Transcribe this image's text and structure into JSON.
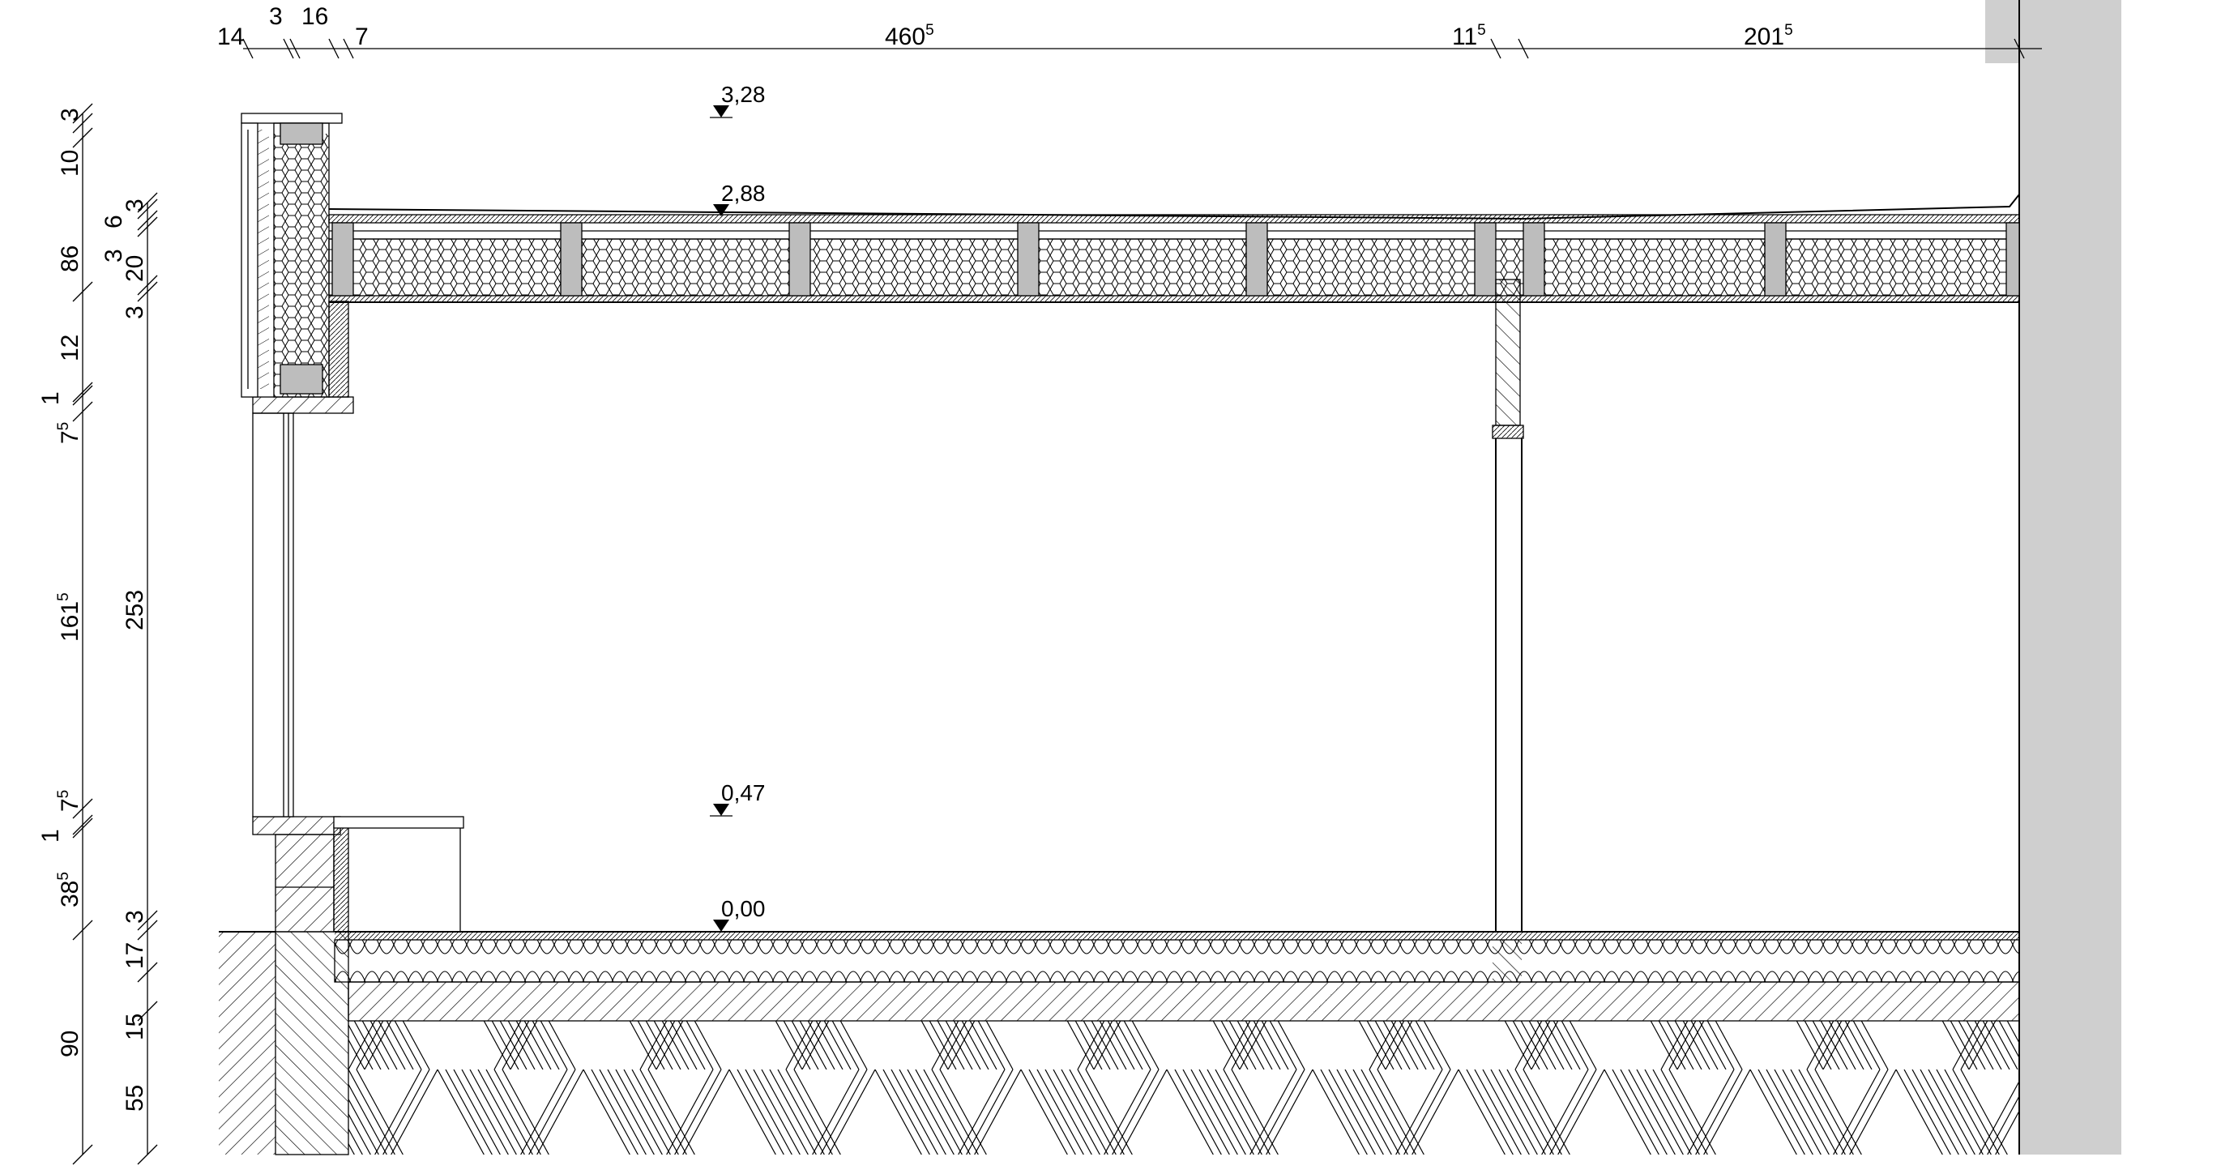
{
  "drawing": {
    "type": "architectural section detail",
    "colors": {
      "background": "#ffffff",
      "line": "#000000",
      "wall_gray": "#cfcfcf",
      "timber": "#bdbdbd"
    }
  },
  "dims_top": {
    "d1": {
      "main": "14",
      "sup": ""
    },
    "d2": {
      "main": "3",
      "sup": ""
    },
    "d3": {
      "main": "16",
      "sup": ""
    },
    "d4": {
      "main": "7",
      "sup": ""
    },
    "d5": {
      "main": "460",
      "sup": "5"
    },
    "d6": {
      "main": "11",
      "sup": "5"
    },
    "d7": {
      "main": "201",
      "sup": "5"
    }
  },
  "dims_left_outer": {
    "d1": {
      "main": "3",
      "sup": ""
    },
    "d2": {
      "main": "10",
      "sup": ""
    },
    "d3": {
      "main": "86",
      "sup": ""
    },
    "d4": {
      "main": "12",
      "sup": ""
    },
    "d5": {
      "main": "1",
      "sup": ""
    },
    "d6": {
      "main": "7",
      "sup": "5"
    },
    "d7": {
      "main": "161",
      "sup": "5"
    },
    "d8": {
      "main": "7",
      "sup": "5"
    },
    "d9": {
      "main": "1",
      "sup": ""
    },
    "d10": {
      "main": "38",
      "sup": "5"
    },
    "d11": {
      "main": "90",
      "sup": ""
    }
  },
  "dims_left_inner": {
    "d1": {
      "main": "3",
      "sup": ""
    },
    "d2": {
      "main": "6",
      "sup": ""
    },
    "d3": {
      "main": "3",
      "sup": ""
    },
    "d4": {
      "main": "20",
      "sup": ""
    },
    "d5": {
      "main": "3",
      "sup": ""
    },
    "d6": {
      "main": "253",
      "sup": ""
    },
    "d7": {
      "main": "3",
      "sup": ""
    },
    "d8": {
      "main": "17",
      "sup": ""
    },
    "d9": {
      "main": "15",
      "sup": ""
    },
    "d10": {
      "main": "55",
      "sup": ""
    }
  },
  "levels": {
    "l1": "3,28",
    "l2": "2,88",
    "l3": "0,47",
    "l4": "0,00"
  }
}
